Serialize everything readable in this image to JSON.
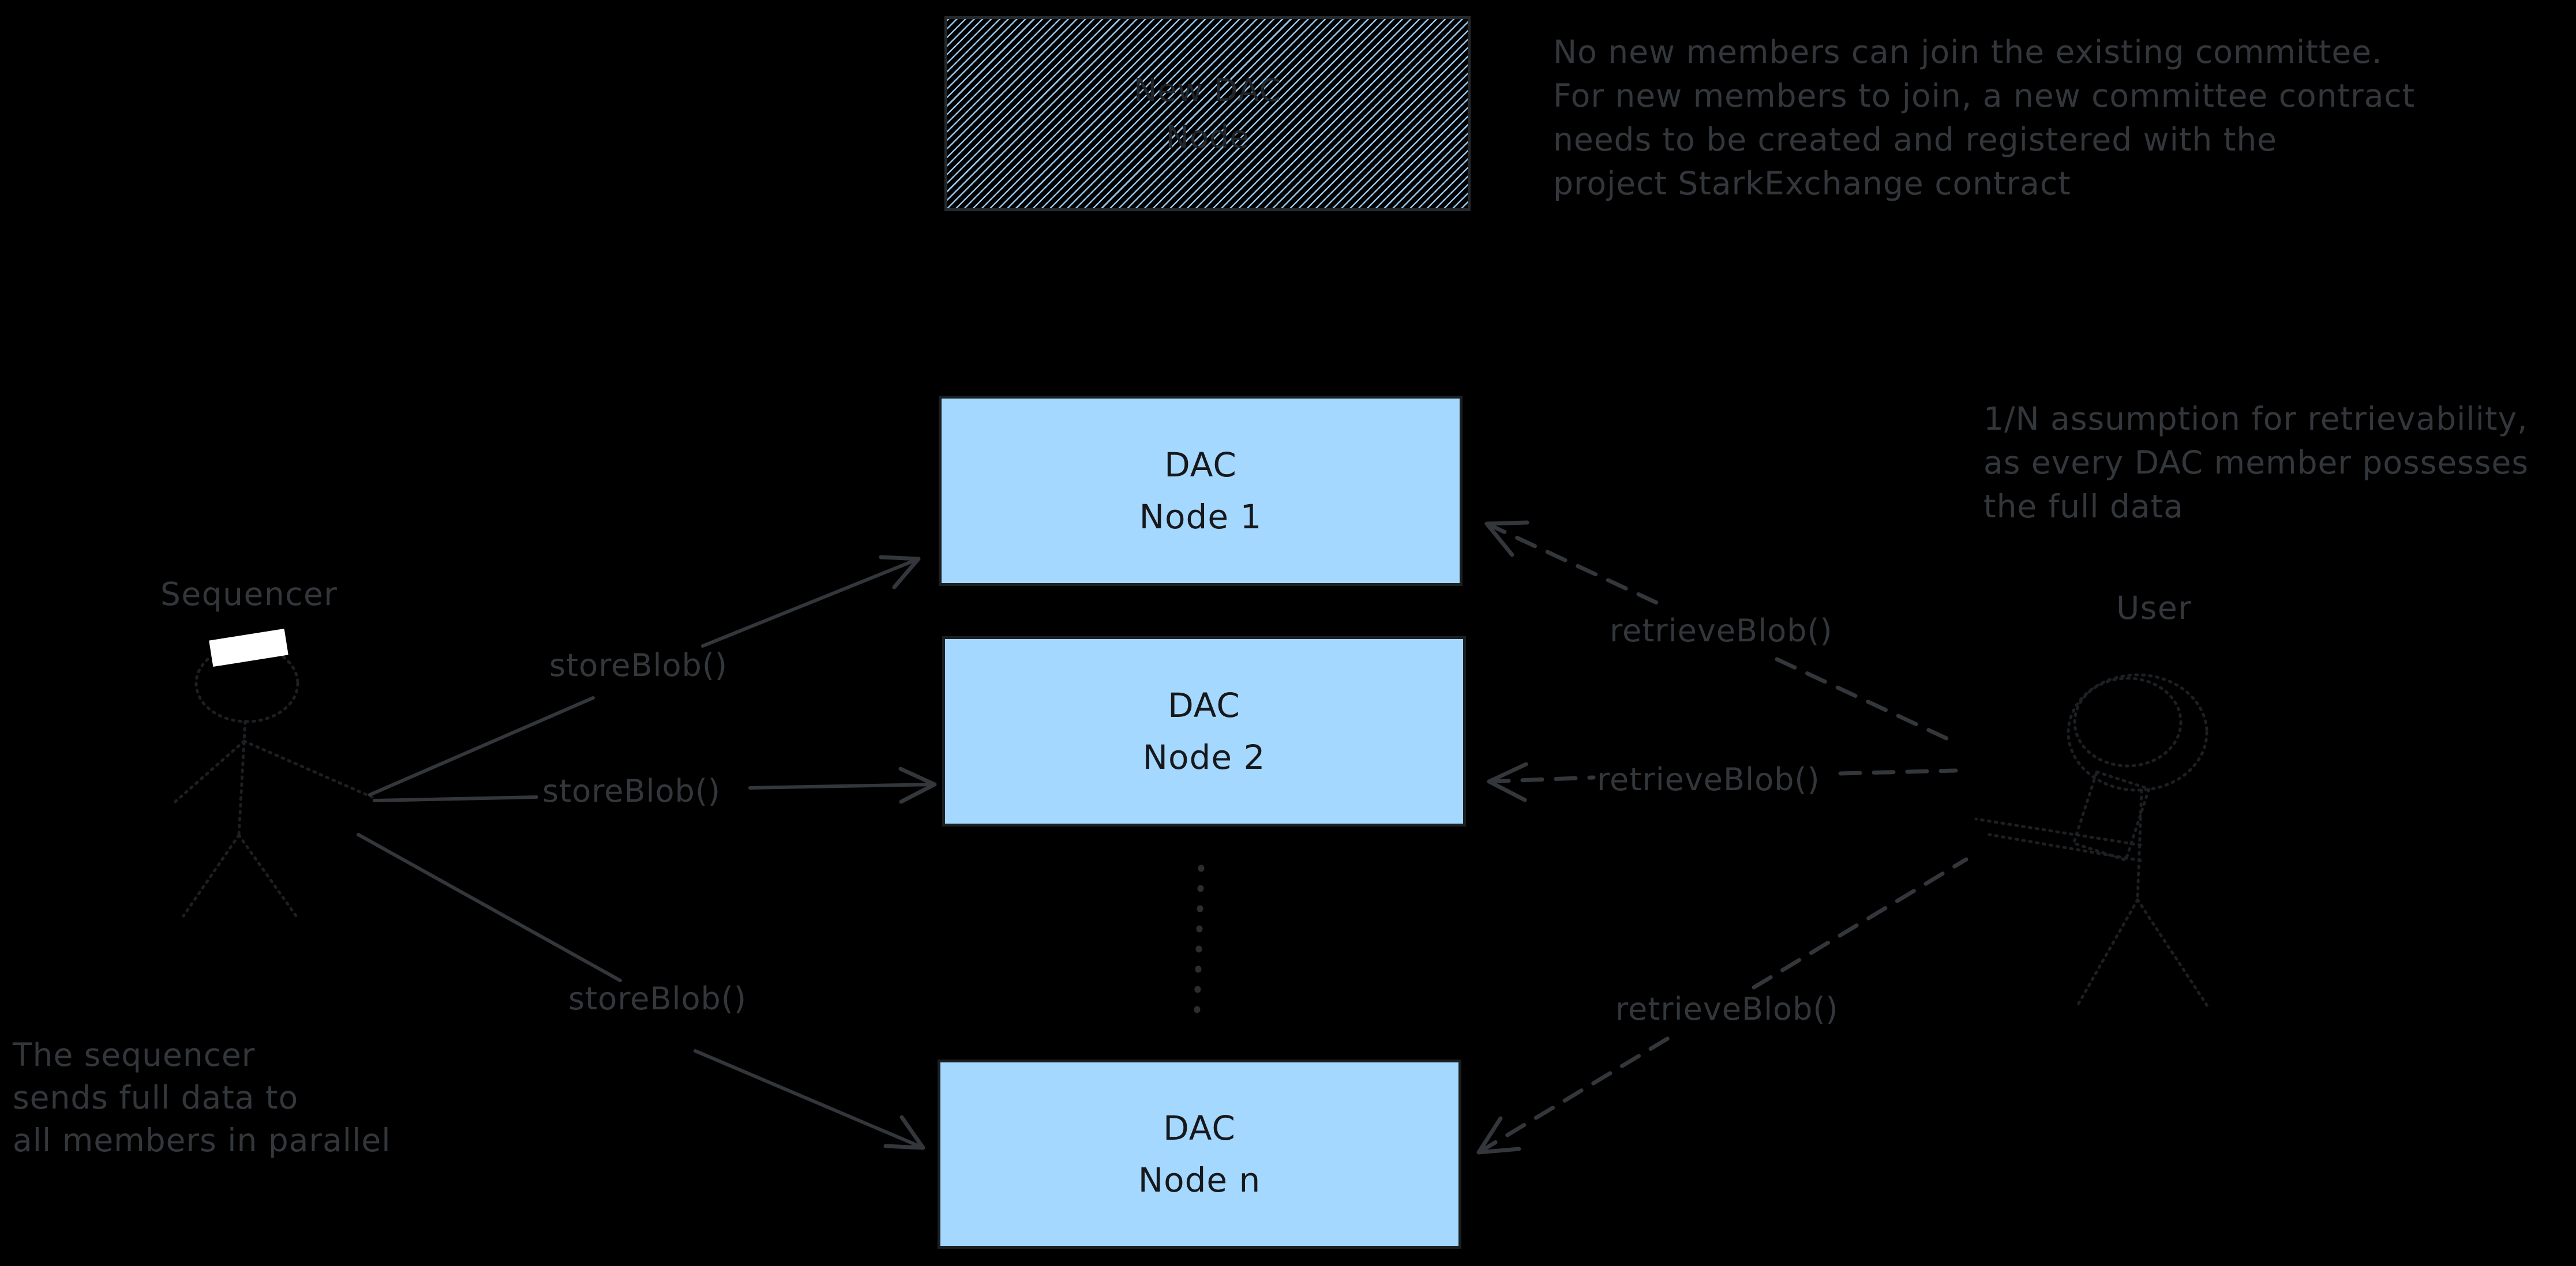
{
  "diagram": {
    "colors": {
      "background": "#000000",
      "node_fill": "#a5d8ff",
      "node_border": "#1c1f22",
      "ink": "#33373b",
      "box_text": "#16181b",
      "hat": "#ffffff"
    },
    "new_dac_node_box": {
      "line1": "New DAC",
      "line2": "Node"
    },
    "dac_nodes": [
      {
        "line1": "DAC",
        "line2": "Node 1"
      },
      {
        "line1": "DAC",
        "line2": "Node 2"
      },
      {
        "line1": "DAC",
        "line2": "Node n"
      }
    ],
    "actors": {
      "sequencer": "Sequencer",
      "user": "User"
    },
    "edge_labels": {
      "store": [
        "storeBlob()",
        "storeBlob()",
        "storeBlob()"
      ],
      "retrieve": [
        "retrieveBlob()",
        "retrieveBlob()",
        "retrieveBlob()"
      ]
    },
    "notes": {
      "committee": [
        "No new members can join the existing committee.",
        "For new members to join, a new committee contract",
        "needs to be created and registered with the",
        "project StarkExchange contract"
      ],
      "retrievability": [
        "1/N assumption for retrievability,",
        "as every DAC member possesses",
        "the full data"
      ],
      "sequencer": [
        "The sequencer",
        "sends full data to",
        "all members in parallel"
      ]
    }
  }
}
